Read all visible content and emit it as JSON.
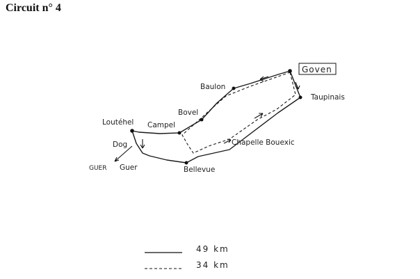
{
  "title": "Circuit n° 4",
  "places": {
    "goven": "Goven",
    "taupinais": "Taupinais",
    "baulon": "Baulon",
    "bovel": "Bovel",
    "campel": "Campel",
    "loutehel": "Loutéhel",
    "chapelle_bouexic": "Chapelle Bouexic",
    "bellevue": "Bellevue",
    "guer": "Guer",
    "guer_direction": "GUER",
    "dog": "Dog"
  },
  "legend": {
    "solid": "49 km",
    "dashed": "34 km"
  }
}
